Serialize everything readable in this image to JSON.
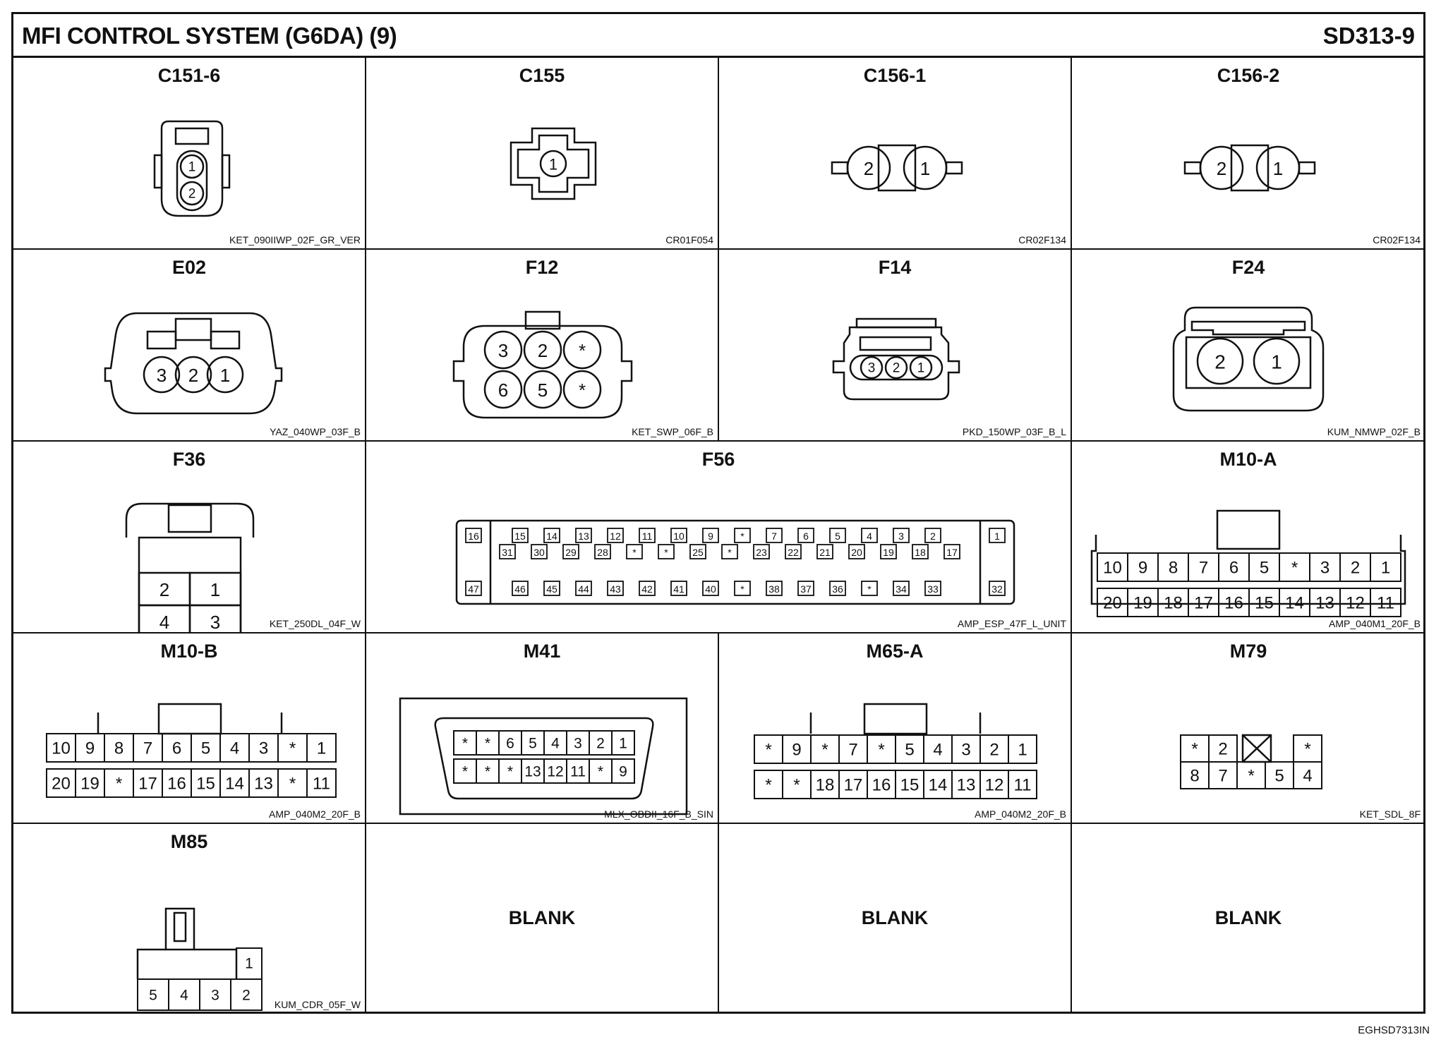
{
  "header": {
    "title": "MFI CONTROL SYSTEM (G6DA) (9)",
    "code": "SD313-9"
  },
  "footer": {
    "code": "EGHSD7313IN"
  },
  "cells": [
    {
      "name": "C151-6",
      "code": "KET_090IIWP_02F_GR_VER"
    },
    {
      "name": "C155",
      "code": "CR01F054"
    },
    {
      "name": "C156-1",
      "code": "CR02F134"
    },
    {
      "name": "C156-2",
      "code": "CR02F134"
    },
    {
      "name": "E02",
      "code": "YAZ_040WP_03F_B"
    },
    {
      "name": "F12",
      "code": "KET_SWP_06F_B"
    },
    {
      "name": "F14",
      "code": "PKD_150WP_03F_B_L"
    },
    {
      "name": "F24",
      "code": "KUM_NMWP_02F_B"
    },
    {
      "name": "F36",
      "code": "KET_250DL_04F_W"
    },
    {
      "name": "F56",
      "code": "AMP_ESP_47F_L_UNIT"
    },
    {
      "name": "M10-A",
      "code": "AMP_040M1_20F_B"
    },
    {
      "name": "M10-B",
      "code": "AMP_040M2_20F_B"
    },
    {
      "name": "M41",
      "code": "MLX_OBDII_16F_B_SIN"
    },
    {
      "name": "M65-A",
      "code": "AMP_040M2_20F_B"
    },
    {
      "name": "M79",
      "code": "KET_SDL_8F"
    },
    {
      "name": "M85",
      "code": "KUM_CDR_05F_W"
    },
    {
      "name": "",
      "code": "",
      "blank": "BLANK"
    },
    {
      "name": "",
      "code": "",
      "blank": "BLANK"
    },
    {
      "name": "",
      "code": "",
      "blank": "BLANK"
    }
  ],
  "pins": {
    "C151-6": [
      "1",
      "2"
    ],
    "C155": [
      "1"
    ],
    "C156-1": [
      "2",
      "1"
    ],
    "C156-2": [
      "2",
      "1"
    ],
    "E02": [
      "3",
      "2",
      "1"
    ],
    "F12": {
      "top": [
        "3",
        "2",
        "*"
      ],
      "bottom": [
        "6",
        "5",
        "*"
      ]
    },
    "F14": [
      "3",
      "2",
      "1"
    ],
    "F24": [
      "2",
      "1"
    ],
    "F36": {
      "top": [
        "2",
        "1"
      ],
      "bottom": [
        "4",
        "3"
      ]
    },
    "F56": {
      "left": [
        "16",
        "47"
      ],
      "right": [
        "1",
        "32"
      ],
      "row1": [
        "15",
        "14",
        "13",
        "12",
        "11",
        "10",
        "9",
        "*",
        "7",
        "6",
        "5",
        "4",
        "3",
        "2"
      ],
      "row2": [
        "31",
        "30",
        "29",
        "28",
        "*",
        "*",
        "25",
        "*",
        "23",
        "22",
        "21",
        "20",
        "19",
        "18",
        "17"
      ],
      "row3": [
        "46",
        "45",
        "44",
        "43",
        "42",
        "41",
        "40",
        "*",
        "38",
        "37",
        "36",
        "*",
        "34",
        "33"
      ]
    },
    "M10-A": {
      "top": [
        "10",
        "9",
        "8",
        "7",
        "6",
        "5",
        "*",
        "3",
        "2",
        "1"
      ],
      "bottom": [
        "20",
        "19",
        "18",
        "17",
        "16",
        "15",
        "14",
        "13",
        "12",
        "11"
      ]
    },
    "M10-B": {
      "top": [
        "10",
        "9",
        "8",
        "7",
        "6",
        "5",
        "4",
        "3",
        "*",
        "1"
      ],
      "bottom": [
        "20",
        "19",
        "*",
        "17",
        "16",
        "15",
        "14",
        "13",
        "*",
        "11"
      ]
    },
    "M41": {
      "top": [
        "*",
        "*",
        "6",
        "5",
        "4",
        "3",
        "2",
        "1"
      ],
      "bottom": [
        "*",
        "*",
        "*",
        "13",
        "12",
        "11",
        "*",
        "9"
      ]
    },
    "M65-A": {
      "top": [
        "*",
        "9",
        "*",
        "7",
        "*",
        "5",
        "4",
        "3",
        "2",
        "1"
      ],
      "bottom": [
        "*",
        "*",
        "18",
        "17",
        "16",
        "15",
        "14",
        "13",
        "12",
        "11"
      ]
    },
    "M79": {
      "top": [
        "*",
        "2",
        "",
        "*"
      ],
      "bottom": [
        "8",
        "7",
        "*",
        "5",
        "4"
      ]
    },
    "M85": {
      "top": [
        "1"
      ],
      "bottom": [
        "5",
        "4",
        "3",
        "2"
      ]
    }
  }
}
